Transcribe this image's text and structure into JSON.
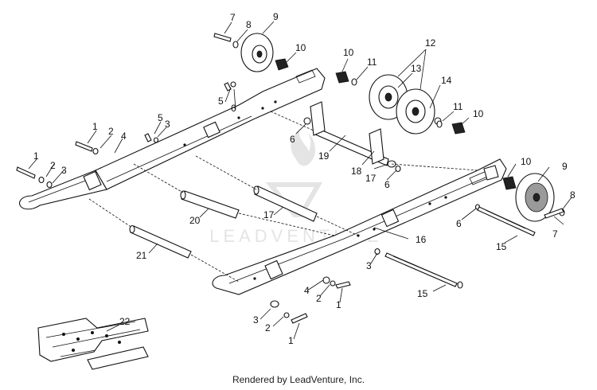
{
  "watermark": {
    "text": "LEADVENTURE"
  },
  "footer": {
    "text": "Rendered by LeadVenture, Inc."
  },
  "callouts": [
    {
      "id": "c1",
      "text": "7"
    },
    {
      "id": "c2",
      "text": "8"
    },
    {
      "id": "c3",
      "text": "9"
    },
    {
      "id": "c4",
      "text": "10"
    },
    {
      "id": "c5",
      "text": "10"
    },
    {
      "id": "c6",
      "text": "11"
    },
    {
      "id": "c7",
      "text": "12"
    },
    {
      "id": "c8",
      "text": "13"
    },
    {
      "id": "c9",
      "text": "14"
    },
    {
      "id": "c10",
      "text": "11"
    },
    {
      "id": "c11",
      "text": "10"
    },
    {
      "id": "c12",
      "text": "5"
    },
    {
      "id": "c13",
      "text": "6"
    },
    {
      "id": "c14",
      "text": "5"
    },
    {
      "id": "c15",
      "text": "3"
    },
    {
      "id": "c16",
      "text": "1"
    },
    {
      "id": "c17",
      "text": "2"
    },
    {
      "id": "c18",
      "text": "4"
    },
    {
      "id": "c19",
      "text": "6"
    },
    {
      "id": "c20",
      "text": "19"
    },
    {
      "id": "c21",
      "text": "18"
    },
    {
      "id": "c22",
      "text": "17"
    },
    {
      "id": "c23",
      "text": "6"
    },
    {
      "id": "c24",
      "text": "1"
    },
    {
      "id": "c25",
      "text": "2"
    },
    {
      "id": "c26",
      "text": "3"
    },
    {
      "id": "c27",
      "text": "10"
    },
    {
      "id": "c28",
      "text": "9"
    },
    {
      "id": "c29",
      "text": "8"
    },
    {
      "id": "c30",
      "text": "7"
    },
    {
      "id": "c31",
      "text": "6"
    },
    {
      "id": "c32",
      "text": "15"
    },
    {
      "id": "c33",
      "text": "20"
    },
    {
      "id": "c34",
      "text": "17"
    },
    {
      "id": "c35",
      "text": "16"
    },
    {
      "id": "c36",
      "text": "21"
    },
    {
      "id": "c37",
      "text": "3"
    },
    {
      "id": "c38",
      "text": "4"
    },
    {
      "id": "c39",
      "text": "2"
    },
    {
      "id": "c40",
      "text": "1"
    },
    {
      "id": "c41",
      "text": "15"
    },
    {
      "id": "c42",
      "text": "22"
    },
    {
      "id": "c43",
      "text": "3"
    },
    {
      "id": "c44",
      "text": "2"
    },
    {
      "id": "c45",
      "text": "1"
    }
  ]
}
